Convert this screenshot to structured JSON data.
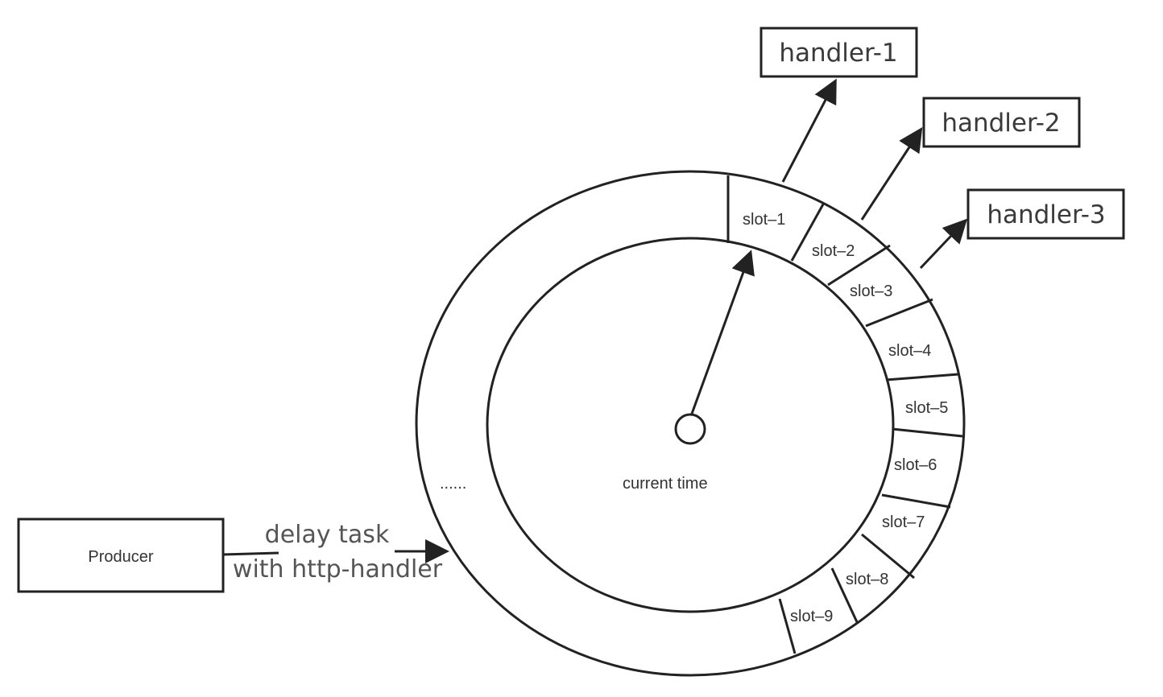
{
  "diagram": {
    "producer": {
      "label": "Producer"
    },
    "edge_label": {
      "line1": "delay task",
      "line2": "with http-handler"
    },
    "center": {
      "label": "current time"
    },
    "ellipsis": "......",
    "slots": [
      {
        "label": "slot–1"
      },
      {
        "label": "slot–2"
      },
      {
        "label": "slot–3"
      },
      {
        "label": "slot–4"
      },
      {
        "label": "slot–5"
      },
      {
        "label": "slot–6"
      },
      {
        "label": "slot–7"
      },
      {
        "label": "slot–8"
      },
      {
        "label": "slot–9"
      }
    ],
    "handlers": [
      {
        "label": "handler-1"
      },
      {
        "label": "handler-2"
      },
      {
        "label": "handler-3"
      }
    ]
  }
}
